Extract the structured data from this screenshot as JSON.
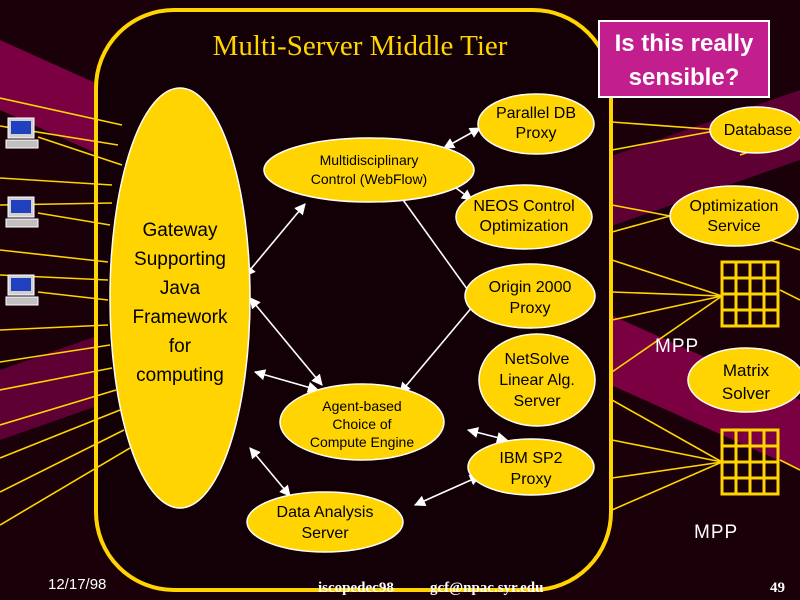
{
  "slide": {
    "title": "Multi-Server Middle Tier",
    "callout": "Is this really sensible?"
  },
  "nodes": {
    "gateway": [
      "Gateway",
      "Supporting",
      "Java",
      "Framework",
      "for",
      "computing"
    ],
    "parallel_db_proxy": [
      "Parallel DB",
      "Proxy"
    ],
    "multidisciplinary_control": [
      "Multidisciplinary",
      "Control (WebFlow)"
    ],
    "neos_control": [
      "NEOS Control",
      "Optimization"
    ],
    "origin_proxy": [
      "Origin 2000",
      "Proxy"
    ],
    "netsolve_server": [
      "NetSolve",
      "Linear Alg.",
      "Server"
    ],
    "agent_choice": [
      "Agent-based",
      "Choice of",
      "Compute Engine"
    ],
    "ibm_sp2_proxy": [
      "IBM SP2",
      "Proxy"
    ],
    "data_analysis_server": [
      "Data Analysis",
      "Server"
    ],
    "database": [
      "Database"
    ],
    "optimization_service": [
      "Optimization",
      "Service"
    ],
    "matrix_solver": [
      "Matrix",
      "Solver"
    ]
  },
  "labels": {
    "mpp_top": "MPP",
    "mpp_bottom": "MPP"
  },
  "footer": {
    "date": "12/17/98",
    "source": "iscopedec98",
    "email": "gcf@npac.syr.edu",
    "page": "49"
  },
  "colors": {
    "background": "#1a0008",
    "stripe": "#7a0042",
    "tier_fill": "#120006",
    "tier_border": "#ffd400",
    "node_fill": "#ffd400",
    "title": "#ffd400",
    "callout_fill": "#c21e8e",
    "link_line": "#ffffff"
  },
  "icons": [
    "computer-icon",
    "mpp-grid-icon"
  ]
}
